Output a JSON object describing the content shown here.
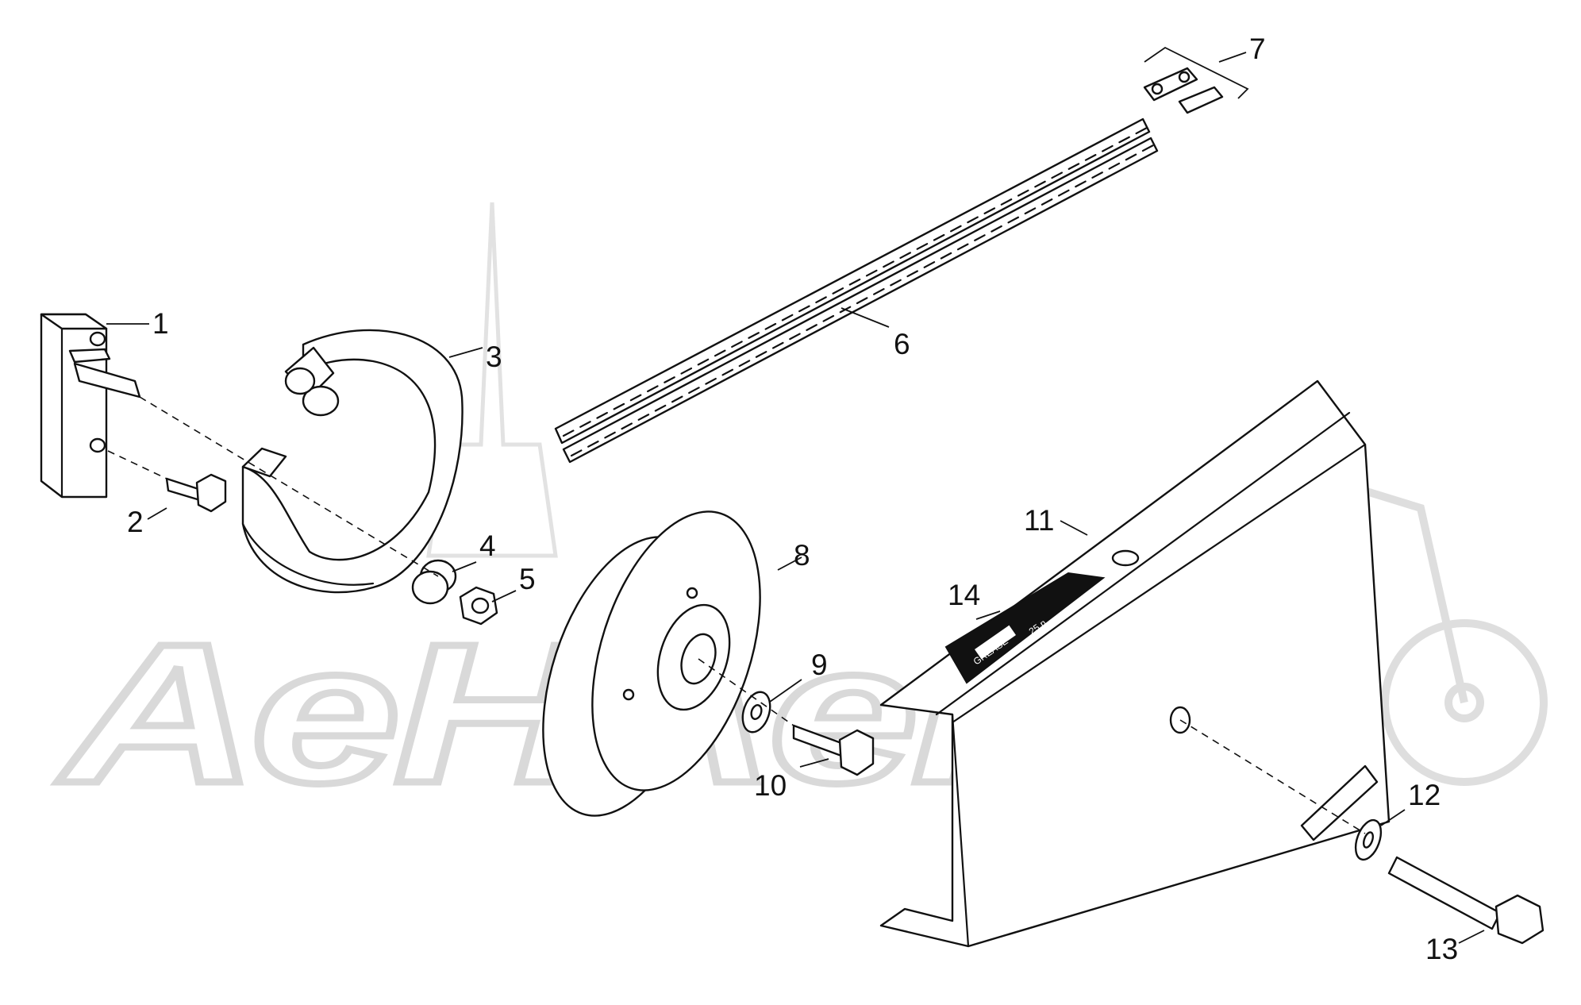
{
  "watermark": {
    "text": "AeHAemo"
  },
  "label": {
    "text": "GREASE",
    "size": "25 n"
  },
  "callouts": [
    "1",
    "2",
    "3",
    "4",
    "5",
    "6",
    "7",
    "8",
    "9",
    "10",
    "11",
    "12",
    "13",
    "14"
  ],
  "parts": [
    {
      "id": "1",
      "name": "brake-anchor-block"
    },
    {
      "id": "2",
      "name": "hex-bolt-small"
    },
    {
      "id": "3",
      "name": "brake-band"
    },
    {
      "id": "4",
      "name": "spacer"
    },
    {
      "id": "5",
      "name": "nut"
    },
    {
      "id": "6",
      "name": "drive-chain"
    },
    {
      "id": "7",
      "name": "master-link"
    },
    {
      "id": "8",
      "name": "brake-drum"
    },
    {
      "id": "9",
      "name": "washer"
    },
    {
      "id": "10",
      "name": "hex-bolt"
    },
    {
      "id": "11",
      "name": "chain-guard"
    },
    {
      "id": "12",
      "name": "lock-washer"
    },
    {
      "id": "13",
      "name": "long-hex-bolt"
    },
    {
      "id": "14",
      "name": "grease-label"
    }
  ]
}
